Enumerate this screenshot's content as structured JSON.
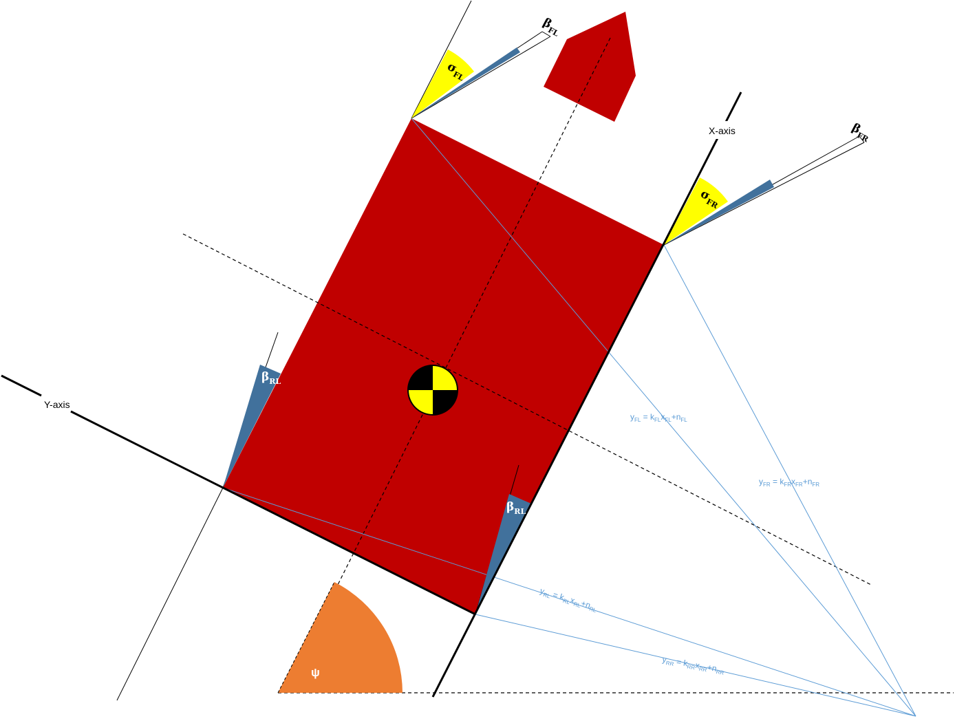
{
  "labels": {
    "x_axis": "X-axis",
    "y_axis": "Y-axis",
    "psi": "ψ",
    "sigma_fl": {
      "sym": "σ",
      "sub": "FL"
    },
    "sigma_fr": {
      "sym": "σ",
      "sub": "FR"
    },
    "beta_fl": {
      "sym": "β",
      "sub": "FL"
    },
    "beta_fr": {
      "sym": "β",
      "sub": "FR"
    },
    "beta_rl_left": {
      "sym": "β",
      "sub": "RL"
    },
    "beta_rl_right": {
      "sym": "β",
      "sub": "RL"
    }
  },
  "equations": {
    "fl": {
      "y": "y",
      "ysub": "FL",
      "eq": " = k",
      "ksub": "FL",
      "x": "x",
      "xsub": "FL",
      "plus": "+n",
      "nsub": "FL"
    },
    "fr": {
      "y": "y",
      "ysub": "FR",
      "eq": " = k",
      "ksub": "FR",
      "x": "x",
      "xsub": "FR",
      "plus": "+n",
      "nsub": "FR"
    },
    "rl": {
      "y": "y",
      "ysub": "RL",
      "eq": " = k",
      "ksub": "RL",
      "x": "x",
      "xsub": "RL",
      "plus": "+n",
      "nsub": "RL"
    },
    "rr": {
      "y": "y",
      "ysub": "RR",
      "eq": " = k",
      "ksub": "RR",
      "x": "x",
      "xsub": "RR",
      "plus": "+n",
      "nsub": "RR"
    }
  },
  "colors": {
    "vehicle_body": "#c00000",
    "sigma_wedge": "#ffff00",
    "beta_wedge": "#41719c",
    "psi_wedge": "#ed7d31",
    "projection_lines": "#5b9bd5",
    "cg_dark": "#000000",
    "cg_light": "#ffff00"
  }
}
